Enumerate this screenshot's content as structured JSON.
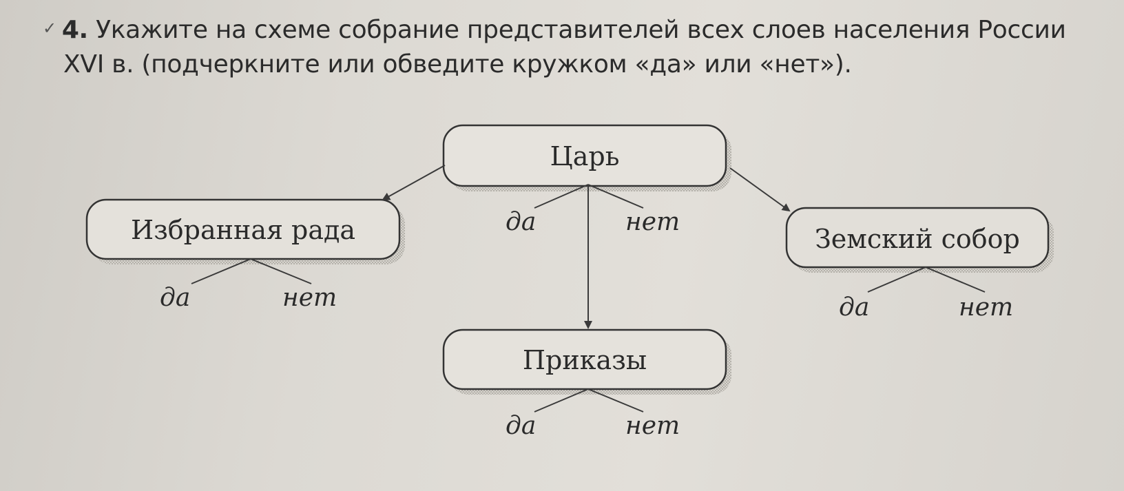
{
  "task": {
    "number": "4.",
    "line1": "Укажите на схеме собрание представителей всех слоев населения России",
    "line2": "XVI в. (подчеркните или обведите кружком «да» или «нет»)."
  },
  "nodes": {
    "tsar": {
      "label": "Царь"
    },
    "izbrannaya_rada": {
      "label": "Избранная рада"
    },
    "zemsky_sobor": {
      "label": "Земский собор"
    },
    "prikazy": {
      "label": "Приказы"
    }
  },
  "choices": {
    "yes": "да",
    "no": "нет"
  }
}
